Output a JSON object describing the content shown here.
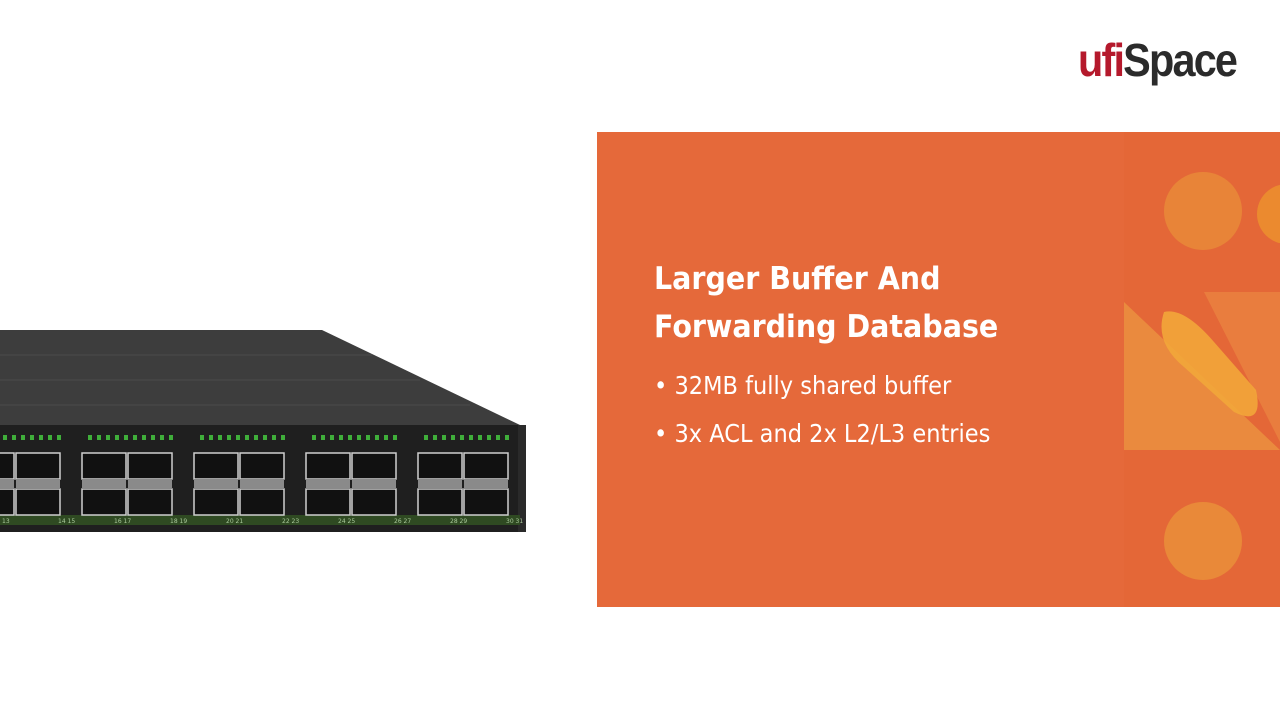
{
  "logo": {
    "part1": "ufi",
    "part2": "Space"
  },
  "panel": {
    "title": "Larger Buffer And Forwarding Database",
    "bullets": [
      "32MB fully shared buffer",
      "3x ACL and 2x L2/L3 entries"
    ]
  },
  "colors": {
    "panel": "#e5693a",
    "logo_red": "#b5192c",
    "logo_dark": "#2b2b2b",
    "accent_yellow": "#f2a63a"
  },
  "device": {
    "port_labels": [
      "13",
      "14 15",
      "16 17",
      "18 19",
      "20 21",
      "22 23",
      "24 25",
      "26 27",
      "28 29",
      "30 31"
    ]
  }
}
